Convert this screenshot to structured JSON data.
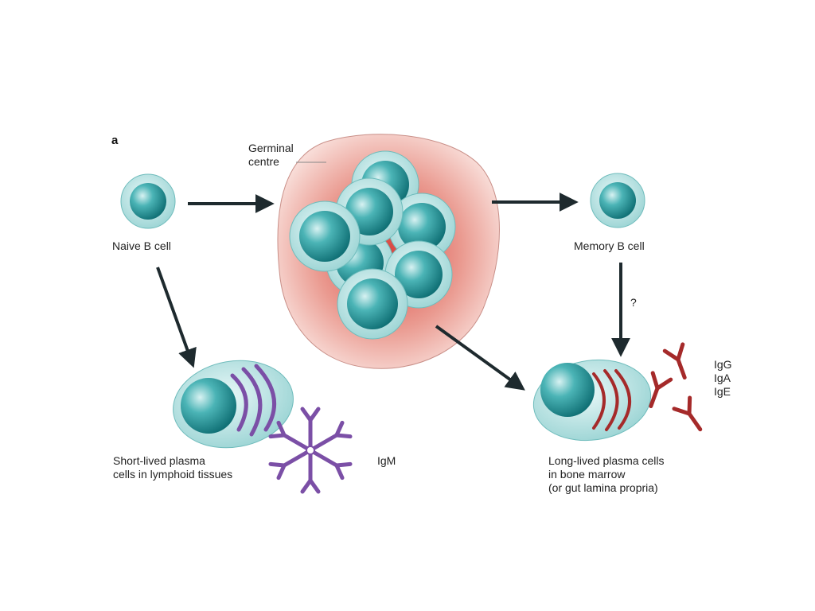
{
  "panel_letter": "a",
  "labels": {
    "germinal_centre": "Germinal\ncentre",
    "naive_b_cell": "Naive B cell",
    "memory_b_cell": "Memory B cell",
    "question_mark": "?",
    "short_lived": "Short-lived plasma\ncells in lymphoid tissues",
    "igm": "IgM",
    "long_lived": "Long-lived plasma cells\nin bone marrow\n(or gut lamina propria)",
    "igg_iga_ige": "IgG\nIgA\nIgE"
  },
  "colors": {
    "cell_outer": "#a9dcdc",
    "cell_nucleus": "#1f8f94",
    "germinal_fill": "#e8a39a",
    "igm": "#7b4fa6",
    "igg": "#a52a2a",
    "arrow": "#1e2a2e"
  }
}
